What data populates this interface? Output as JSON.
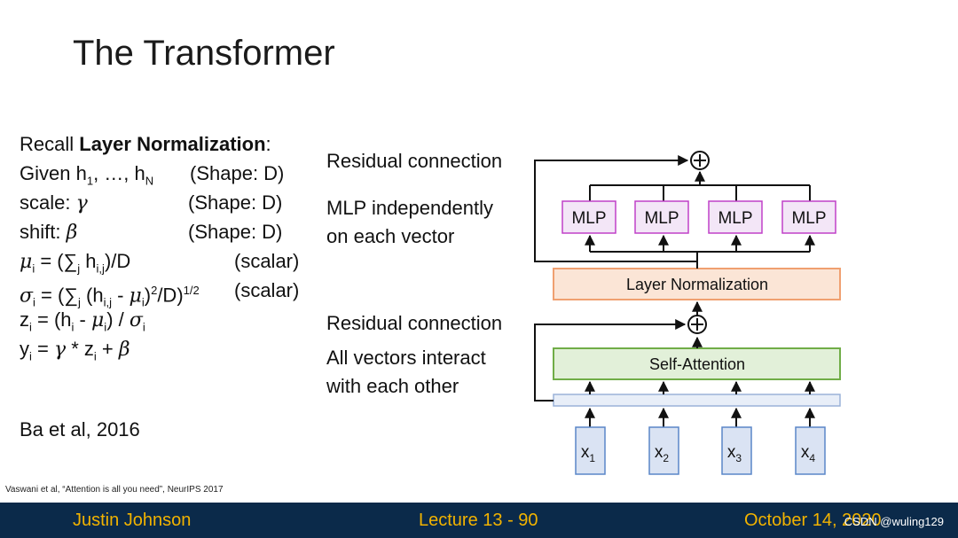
{
  "slide": {
    "title": "The Transformer",
    "recall_prefix": "Recall ",
    "recall_bold": "Layer Normalization",
    "recall_suffix": ":",
    "given": "Given h",
    "given_mid": ", …, h",
    "shape1": "(Shape: D)",
    "scale_label": "scale: ",
    "gamma": "γ",
    "shape2": "(Shape: D)",
    "shift_label": "shift: ",
    "beta": "β",
    "shape3": "(Shape: D)",
    "mu": "μ",
    "mu_eq": " = (∑",
    "mu_rest": " h",
    "mu_end": ")/D",
    "scalar1": "(scalar)",
    "sigma": "σ",
    "sigma_eq": " = (∑",
    "sigma_mid": " (h",
    "sigma_minus": " - ",
    "sigma_end": ")",
    "sigma_div": "/D)",
    "scalar2": "(scalar)",
    "z_eq": " = (h",
    "z_end": ") / ",
    "y_eq": " = ",
    "y_mid": " * z",
    "y_end": " + ",
    "reference": "Ba et al, 2016",
    "citation": "Vaswani et al, “Attention is all you need”, NeurIPS 2017"
  },
  "diagram": {
    "residual_top": "Residual connection",
    "mlp_desc_1": "MLP independently",
    "mlp_desc_2": "on each vector",
    "residual_bottom": "Residual connection",
    "attn_desc_1": "All vectors interact",
    "attn_desc_2": "with each other",
    "mlp_label": "MLP",
    "layer_norm": "Layer Normalization",
    "self_attention": "Self-Attention",
    "plus": "+",
    "inputs": [
      "x",
      "x",
      "x",
      "x"
    ],
    "input_subs": [
      "1",
      "2",
      "3",
      "4"
    ],
    "colors": {
      "mlp_fill": "#f3e6f7",
      "mlp_border": "#c040c8",
      "ln_fill": "#fbe5d6",
      "ln_border": "#f0a070",
      "sa_fill": "#e2f0d9",
      "sa_border": "#70ad47",
      "input_fill": "#dae3f3",
      "input_border": "#5a86c8"
    }
  },
  "footer": {
    "author": "Justin Johnson",
    "lecture": "Lecture 13 - 90",
    "date": "October 14, 2020",
    "watermark": "CSDN @wuling129"
  }
}
